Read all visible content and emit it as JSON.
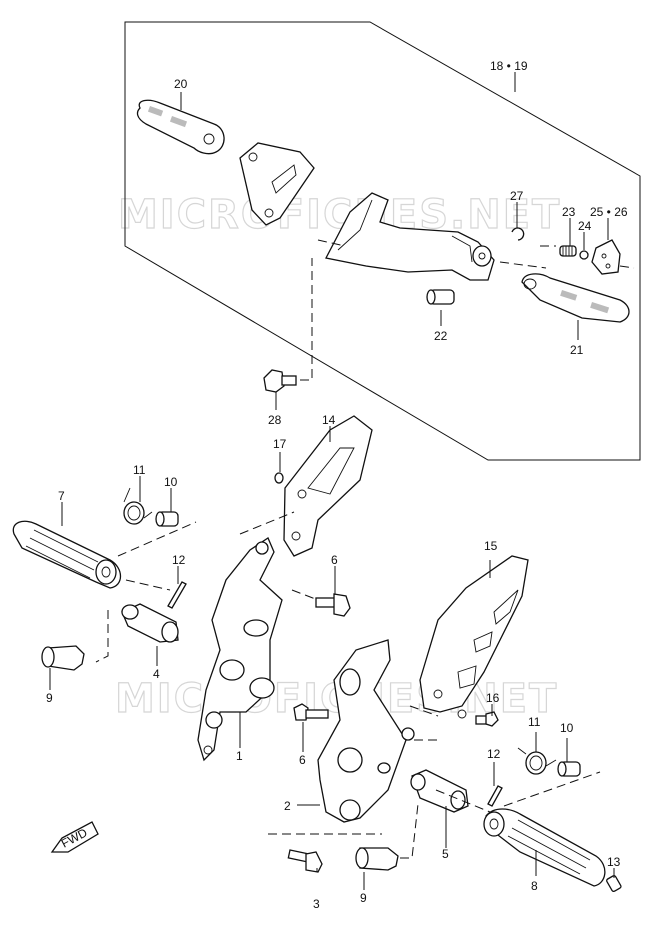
{
  "watermark": "MICROFICHES.NET",
  "fwd_label": "FWD",
  "callouts": [
    {
      "id": "c1",
      "text": "1"
    },
    {
      "id": "c2",
      "text": "2"
    },
    {
      "id": "c3",
      "text": "3"
    },
    {
      "id": "c4",
      "text": "4"
    },
    {
      "id": "c5",
      "text": "5"
    },
    {
      "id": "c6a",
      "text": "6"
    },
    {
      "id": "c6b",
      "text": "6"
    },
    {
      "id": "c7",
      "text": "7"
    },
    {
      "id": "c8",
      "text": "8"
    },
    {
      "id": "c9a",
      "text": "9"
    },
    {
      "id": "c9b",
      "text": "9"
    },
    {
      "id": "c10a",
      "text": "10"
    },
    {
      "id": "c10b",
      "text": "10"
    },
    {
      "id": "c11a",
      "text": "11"
    },
    {
      "id": "c11b",
      "text": "11"
    },
    {
      "id": "c12a",
      "text": "12"
    },
    {
      "id": "c12b",
      "text": "12"
    },
    {
      "id": "c13",
      "text": "13"
    },
    {
      "id": "c14",
      "text": "14"
    },
    {
      "id": "c15",
      "text": "15"
    },
    {
      "id": "c16",
      "text": "16"
    },
    {
      "id": "c17",
      "text": "17"
    },
    {
      "id": "c18",
      "text": "18 • 19"
    },
    {
      "id": "c20",
      "text": "20"
    },
    {
      "id": "c21",
      "text": "21"
    },
    {
      "id": "c22",
      "text": "22"
    },
    {
      "id": "c23",
      "text": "23"
    },
    {
      "id": "c24",
      "text": "24"
    },
    {
      "id": "c25",
      "text": "25 • 26"
    },
    {
      "id": "c27",
      "text": "27"
    },
    {
      "id": "c28",
      "text": "28"
    }
  ]
}
